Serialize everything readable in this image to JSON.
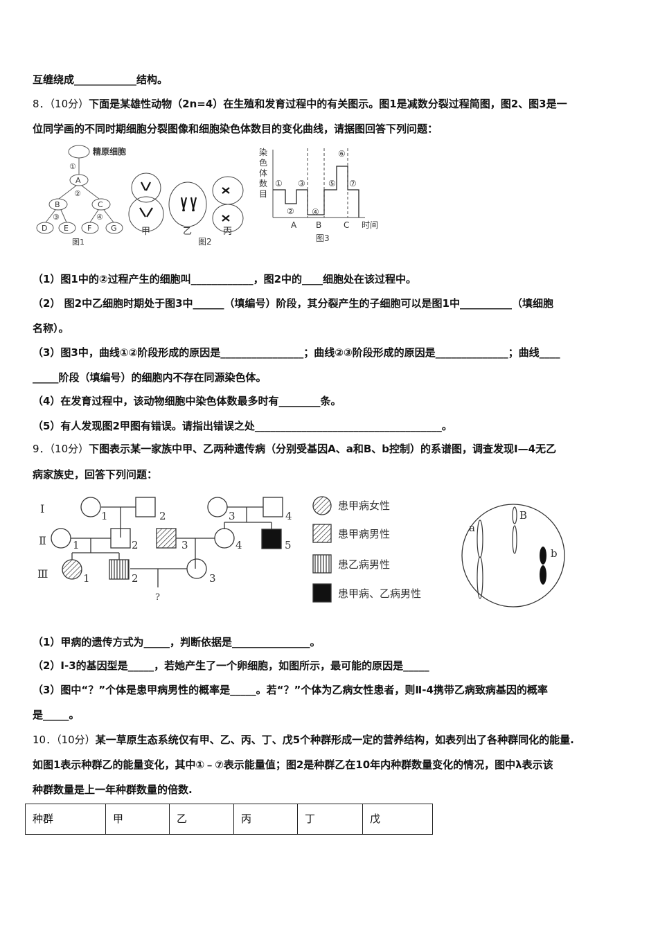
{
  "lines": {
    "l0": "互缠绕成____________结构。",
    "q8_num": "8．（10分）",
    "q8_a": "下面是某雄性动物（2n=4）在生殖和发育过程中的有关图示。图1是减数分裂过程简图，图2、图3是一",
    "q8_b": "位同学画的不同时期细胞分裂图像和细胞染色体数目的变化曲线，请据图回答下列问题：",
    "q8_1": "（1）图1中的②过程产生的细胞叫____________，图2中的____细胞处在该过程中。",
    "q8_2a": "（2） 图2中乙细胞时期处于图3中______（填编号）阶段，其分裂产生的子细胞可以是图1中__________（填细胞",
    "q8_2b": "名称）。",
    "q8_3a": "（3）图3中，曲线①②阶段形成的原因是________________；曲线②③阶段形成的原因是______________；曲线____",
    "q8_3b": "_____阶段（填编号）的细胞内不存在同源染色体。",
    "q8_4": "（4）在发育过程中，该动物细胞中染色体数最多时有________条。",
    "q8_5": "（5）有人发现图2甲图有错误。请指出错误之处____________________________________。",
    "q9_num": "9．（10分）",
    "q9_a": "下图表示某一家族中甲、乙两种遗传病（分别受基因A、a和B、b控制）的系谱图，调查发现Ⅰ—4无乙",
    "q9_b": "病家族史，回答下列问题：",
    "q9_1": "（1）甲病的遗传方式为_____，判断依据是_______________。",
    "q9_2": "（2）Ⅰ-3的基因型是_____，若她产生了一个卵细胞，如图所示，最可能的原因是_____",
    "q9_3a": "（3）图中“？”个体是患甲病男性的概率是_____。若“？”个体为乙病女性患者，则Ⅱ-4携带乙病致病基因的概率",
    "q9_3b": "是_____。",
    "q10_num": "10．（10分）",
    "q10_a": "某一草原生态系统仅有甲、乙、丙、丁、戊5个种群形成一定的营养结构，如表列出了各种群同化的能量.",
    "q10_b": "如图1表示种群乙的能量变化，其中①﹣⑦表示能量值；图2是种群乙在10年内种群数量变化的情况，图中λ表示该",
    "q10_c": "种群数量是上一年种群数量的倍数."
  },
  "fig1": {
    "top": "精原细胞",
    "step1": "①",
    "A": "A",
    "step2": "②",
    "B": "B",
    "C": "C",
    "step3": "③",
    "step4": "④",
    "D": "D",
    "E": "E",
    "F": "F",
    "G": "G",
    "caption": "图1"
  },
  "fig2": {
    "jia": "甲",
    "yi": "乙",
    "bing": "丙",
    "caption": "图2"
  },
  "fig3": {
    "ylabel": [
      "染",
      "色",
      "体",
      "数",
      "目"
    ],
    "stages": [
      "①",
      "②",
      "③",
      "④",
      "⑤",
      "⑥",
      "⑦"
    ],
    "ticks": [
      "A",
      "B",
      "C"
    ],
    "xlabel": "时间",
    "caption": "图3"
  },
  "pedigree": {
    "gen": [
      "Ⅰ",
      "Ⅱ",
      "Ⅲ"
    ],
    "n1": "1",
    "n2": "2",
    "n3": "3",
    "n4": "4",
    "n5": "5",
    "q": "?",
    "legend": [
      "患甲病女性",
      "患甲病男性",
      "患乙病男性",
      "患甲病、乙病男性"
    ],
    "chrom": {
      "a": "a",
      "B": "B",
      "b": "b"
    }
  },
  "table": {
    "cells": [
      "种群",
      "甲",
      "乙",
      "丙",
      "丁",
      "戊"
    ]
  }
}
